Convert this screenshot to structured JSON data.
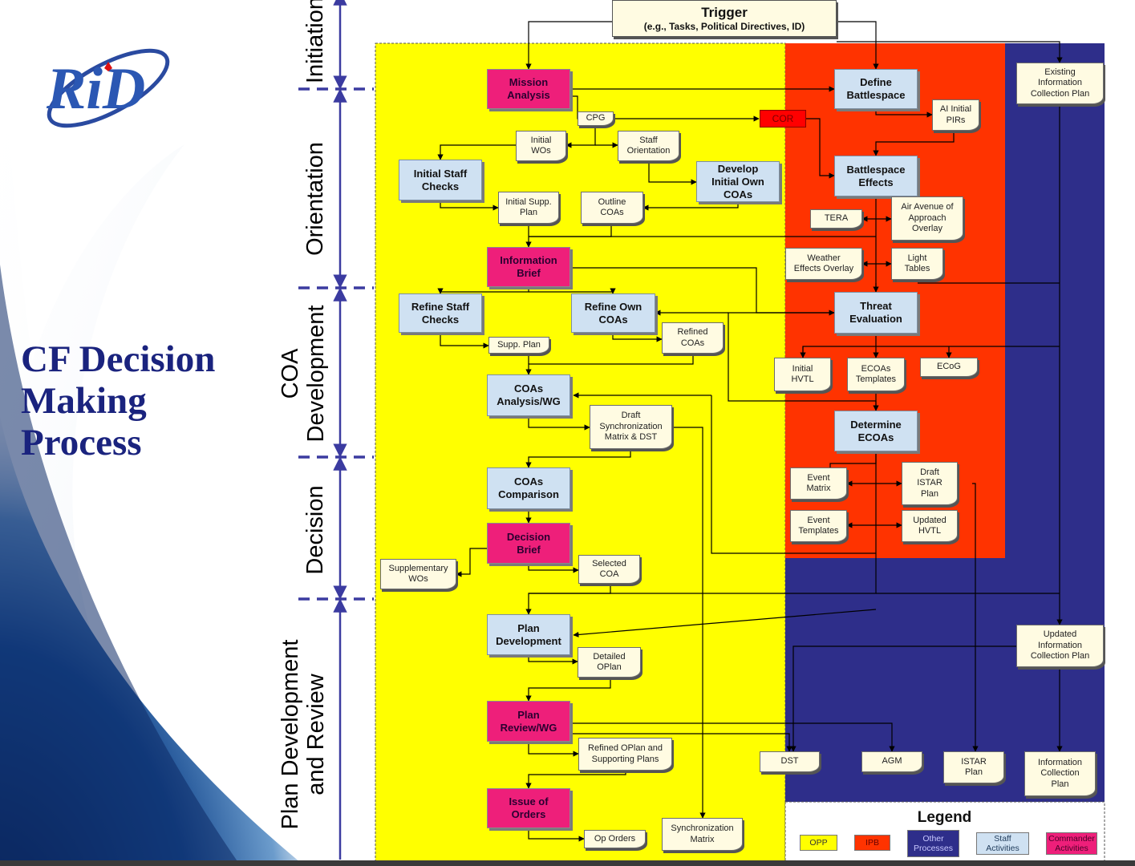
{
  "title_lines": [
    "CF Decision",
    "Making",
    "Process"
  ],
  "phases": [
    {
      "id": "initiation",
      "lines": [
        "Initiation"
      ]
    },
    {
      "id": "orientation",
      "lines": [
        "Orientation"
      ]
    },
    {
      "id": "coa",
      "lines": [
        "COA",
        "Development"
      ]
    },
    {
      "id": "decision",
      "lines": [
        "Decision"
      ]
    },
    {
      "id": "plan",
      "lines": [
        "Plan Development",
        "and Review"
      ]
    }
  ],
  "trigger": {
    "title": "Trigger",
    "subtitle": "(e.g., Tasks, Political Directives, ID)"
  },
  "nodes": [
    {
      "id": "mission",
      "type": "commander",
      "lines": [
        "Mission",
        "Analysis"
      ]
    },
    {
      "id": "cpg",
      "type": "doc",
      "lines": [
        "CPG"
      ]
    },
    {
      "id": "cor",
      "type": "cor",
      "lines": [
        "COR"
      ]
    },
    {
      "id": "initwos",
      "type": "doc",
      "lines": [
        "Initial",
        "WOs"
      ]
    },
    {
      "id": "stafforient",
      "type": "doc",
      "lines": [
        "Staff",
        "Orientation"
      ]
    },
    {
      "id": "initstaff",
      "type": "staff",
      "lines": [
        "Initial Staff",
        "Checks"
      ]
    },
    {
      "id": "devcoas",
      "type": "staff",
      "lines": [
        "Develop",
        "Initial Own",
        "COAs"
      ]
    },
    {
      "id": "initsupp",
      "type": "doc",
      "lines": [
        "Initial Supp.",
        "Plan"
      ]
    },
    {
      "id": "outlinecoas",
      "type": "doc",
      "lines": [
        "Outline",
        "COAs"
      ]
    },
    {
      "id": "infobrief",
      "type": "commander",
      "lines": [
        "Information",
        "Brief"
      ]
    },
    {
      "id": "refstaff",
      "type": "staff",
      "lines": [
        "Refine Staff",
        "Checks"
      ]
    },
    {
      "id": "refown",
      "type": "staff",
      "lines": [
        "Refine Own",
        "COAs"
      ]
    },
    {
      "id": "refcoas",
      "type": "doc",
      "lines": [
        "Refined",
        "COAs"
      ]
    },
    {
      "id": "suppplan",
      "type": "doc",
      "lines": [
        "Supp. Plan"
      ]
    },
    {
      "id": "coasanalysis",
      "type": "staff",
      "lines": [
        "COAs",
        "Analysis/WG"
      ]
    },
    {
      "id": "draftsync",
      "type": "doc",
      "lines": [
        "Draft",
        "Synchronization",
        "Matrix & DST"
      ]
    },
    {
      "id": "coascomp",
      "type": "staff",
      "lines": [
        "COAs",
        "Comparison"
      ]
    },
    {
      "id": "decbrief",
      "type": "commander",
      "lines": [
        "Decision",
        "Brief"
      ]
    },
    {
      "id": "suppwos",
      "type": "doc",
      "lines": [
        "Supplementary",
        "WOs"
      ]
    },
    {
      "id": "selcoa",
      "type": "doc",
      "lines": [
        "Selected",
        "COA"
      ]
    },
    {
      "id": "plandev",
      "type": "staff",
      "lines": [
        "Plan",
        "Development"
      ]
    },
    {
      "id": "detoplan",
      "type": "doc",
      "lines": [
        "Detailed",
        "OPlan"
      ]
    },
    {
      "id": "planreview",
      "type": "commander",
      "lines": [
        "Plan",
        "Review/WG"
      ]
    },
    {
      "id": "refoplan",
      "type": "doc",
      "lines": [
        "Refined OPlan and",
        "Supporting Plans"
      ]
    },
    {
      "id": "issue",
      "type": "commander",
      "lines": [
        "Issue of",
        "Orders"
      ]
    },
    {
      "id": "oporders",
      "type": "doc",
      "lines": [
        "Op Orders"
      ]
    },
    {
      "id": "syncmatrix",
      "type": "doc",
      "lines": [
        "Synchronization",
        "Matrix"
      ]
    },
    {
      "id": "defbs",
      "type": "staff",
      "lines": [
        "Define",
        "Battlespace"
      ]
    },
    {
      "id": "aipirs",
      "type": "doc",
      "lines": [
        "AI Initial",
        "PIRs"
      ]
    },
    {
      "id": "bseffects",
      "type": "staff",
      "lines": [
        "Battlespace",
        "Effects"
      ]
    },
    {
      "id": "tera",
      "type": "doc",
      "lines": [
        "TERA"
      ]
    },
    {
      "id": "airavenue",
      "type": "doc",
      "lines": [
        "Air Avenue of",
        "Approach",
        "Overlay"
      ]
    },
    {
      "id": "weather",
      "type": "doc",
      "lines": [
        "Weather",
        "Effects Overlay"
      ]
    },
    {
      "id": "light",
      "type": "doc",
      "lines": [
        "Light",
        "Tables"
      ]
    },
    {
      "id": "threat",
      "type": "staff",
      "lines": [
        "Threat",
        "Evaluation"
      ]
    },
    {
      "id": "inithvtl",
      "type": "doc",
      "lines": [
        "Initial",
        "HVTL"
      ]
    },
    {
      "id": "ecoastpl",
      "type": "doc",
      "lines": [
        "ECOAs",
        "Templates"
      ]
    },
    {
      "id": "ecog",
      "type": "doc",
      "lines": [
        "ECoG"
      ]
    },
    {
      "id": "detecoas",
      "type": "staff",
      "lines": [
        "Determine",
        "ECOAs"
      ]
    },
    {
      "id": "eventmatrix",
      "type": "doc",
      "lines": [
        "Event",
        "Matrix"
      ]
    },
    {
      "id": "draftistar",
      "type": "doc",
      "lines": [
        "Draft",
        "ISTAR",
        "Plan"
      ]
    },
    {
      "id": "eventtpl",
      "type": "doc",
      "lines": [
        "Event",
        "Templates"
      ]
    },
    {
      "id": "updhvtl",
      "type": "doc",
      "lines": [
        "Updated",
        "HVTL"
      ]
    },
    {
      "id": "existicp",
      "type": "doc",
      "lines": [
        "Existing",
        "Information",
        "Collection Plan"
      ]
    },
    {
      "id": "updicp",
      "type": "doc",
      "lines": [
        "Updated",
        "Information",
        "Collection Plan"
      ]
    },
    {
      "id": "dst",
      "type": "doc",
      "lines": [
        "DST"
      ]
    },
    {
      "id": "agm",
      "type": "doc",
      "lines": [
        "AGM"
      ]
    },
    {
      "id": "istarplan",
      "type": "doc",
      "lines": [
        "ISTAR",
        "Plan"
      ]
    },
    {
      "id": "icp",
      "type": "doc",
      "lines": [
        "Information",
        "Collection",
        "Plan"
      ]
    }
  ],
  "legend": {
    "title": "Legend",
    "items": [
      {
        "lines": [
          "OPP"
        ],
        "bg": "#ffff00",
        "fg": "#333333"
      },
      {
        "lines": [
          "IPB"
        ],
        "bg": "#ff3300",
        "fg": "#660000"
      },
      {
        "lines": [
          "Other",
          "Processes"
        ],
        "bg": "#2e2e8a",
        "fg": "#c8c8ff"
      },
      {
        "lines": [
          "Staff",
          "Activities"
        ],
        "bg": "#cfe1f2",
        "fg": "#1e3a5a"
      },
      {
        "lines": [
          "Commander",
          "Activities"
        ],
        "bg": "#ee1f7a",
        "fg": "#4a0028"
      }
    ]
  },
  "colors": {
    "opp": "#ffff00",
    "ipb": "#ff3300",
    "other": "#2e2e8a",
    "staff": "#cfe1f2",
    "commander": "#ee1f7a",
    "cor": "#ff0000",
    "title": "#1a237e",
    "phase_bar": "#3b3ba0"
  }
}
